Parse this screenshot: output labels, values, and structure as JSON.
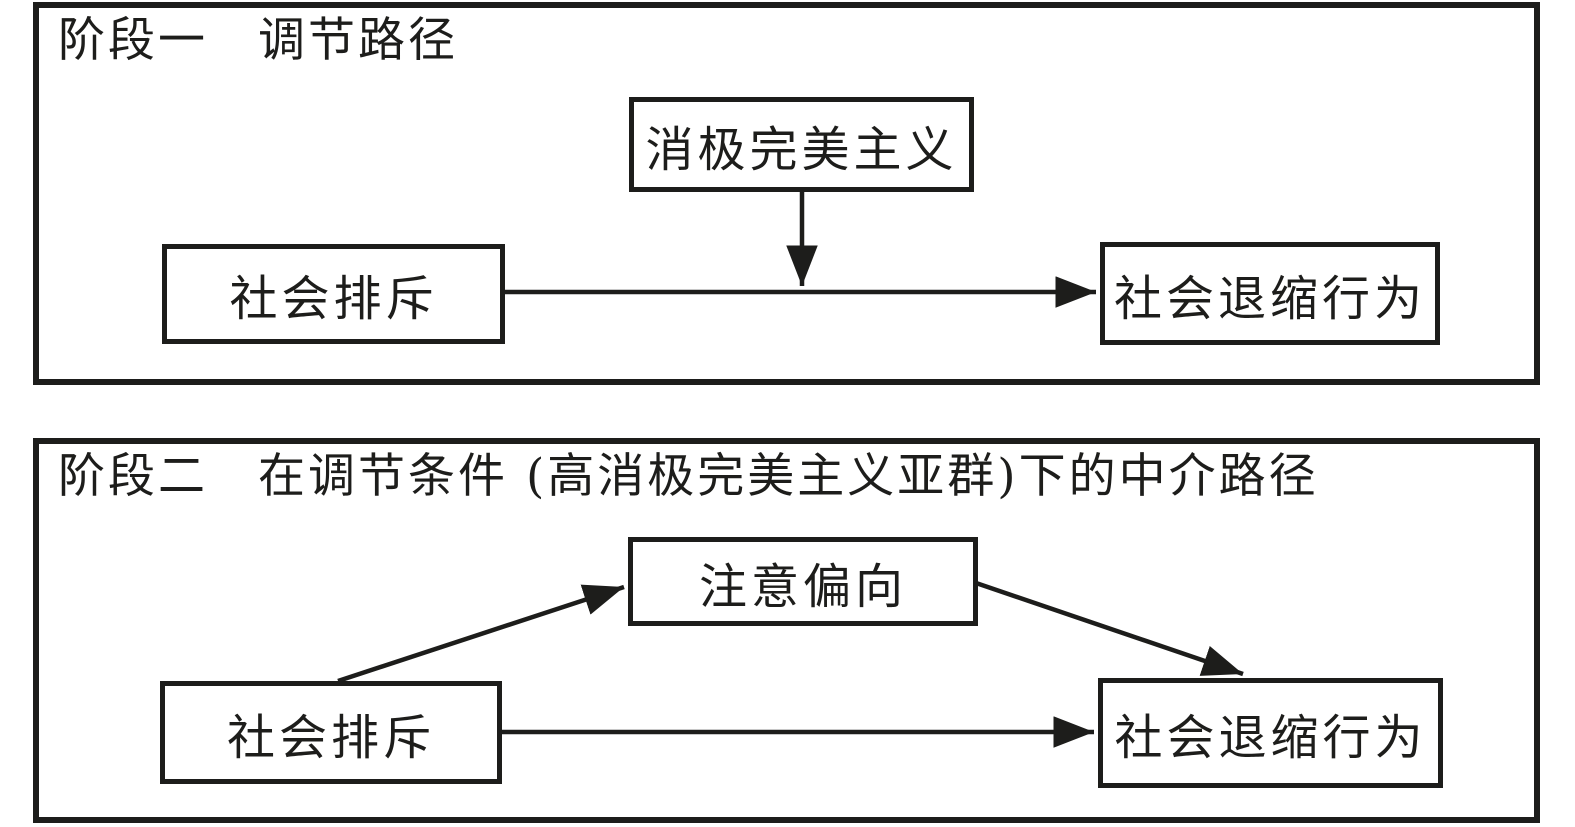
{
  "diagram": {
    "background_color": "#ffffff",
    "line_color": "#1d1d1b",
    "panel1": {
      "title": "阶段一　调节路径",
      "boxes": {
        "moderator": "消极完美主义",
        "predictor": "社会排斥",
        "outcome": "社会退缩行为"
      }
    },
    "panel2": {
      "title": "阶段二　在调节条件 (高消极完美主义亚群)下的中介路径",
      "boxes": {
        "mediator": "注意偏向",
        "predictor": "社会排斥",
        "outcome": "社会退缩行为"
      }
    }
  }
}
